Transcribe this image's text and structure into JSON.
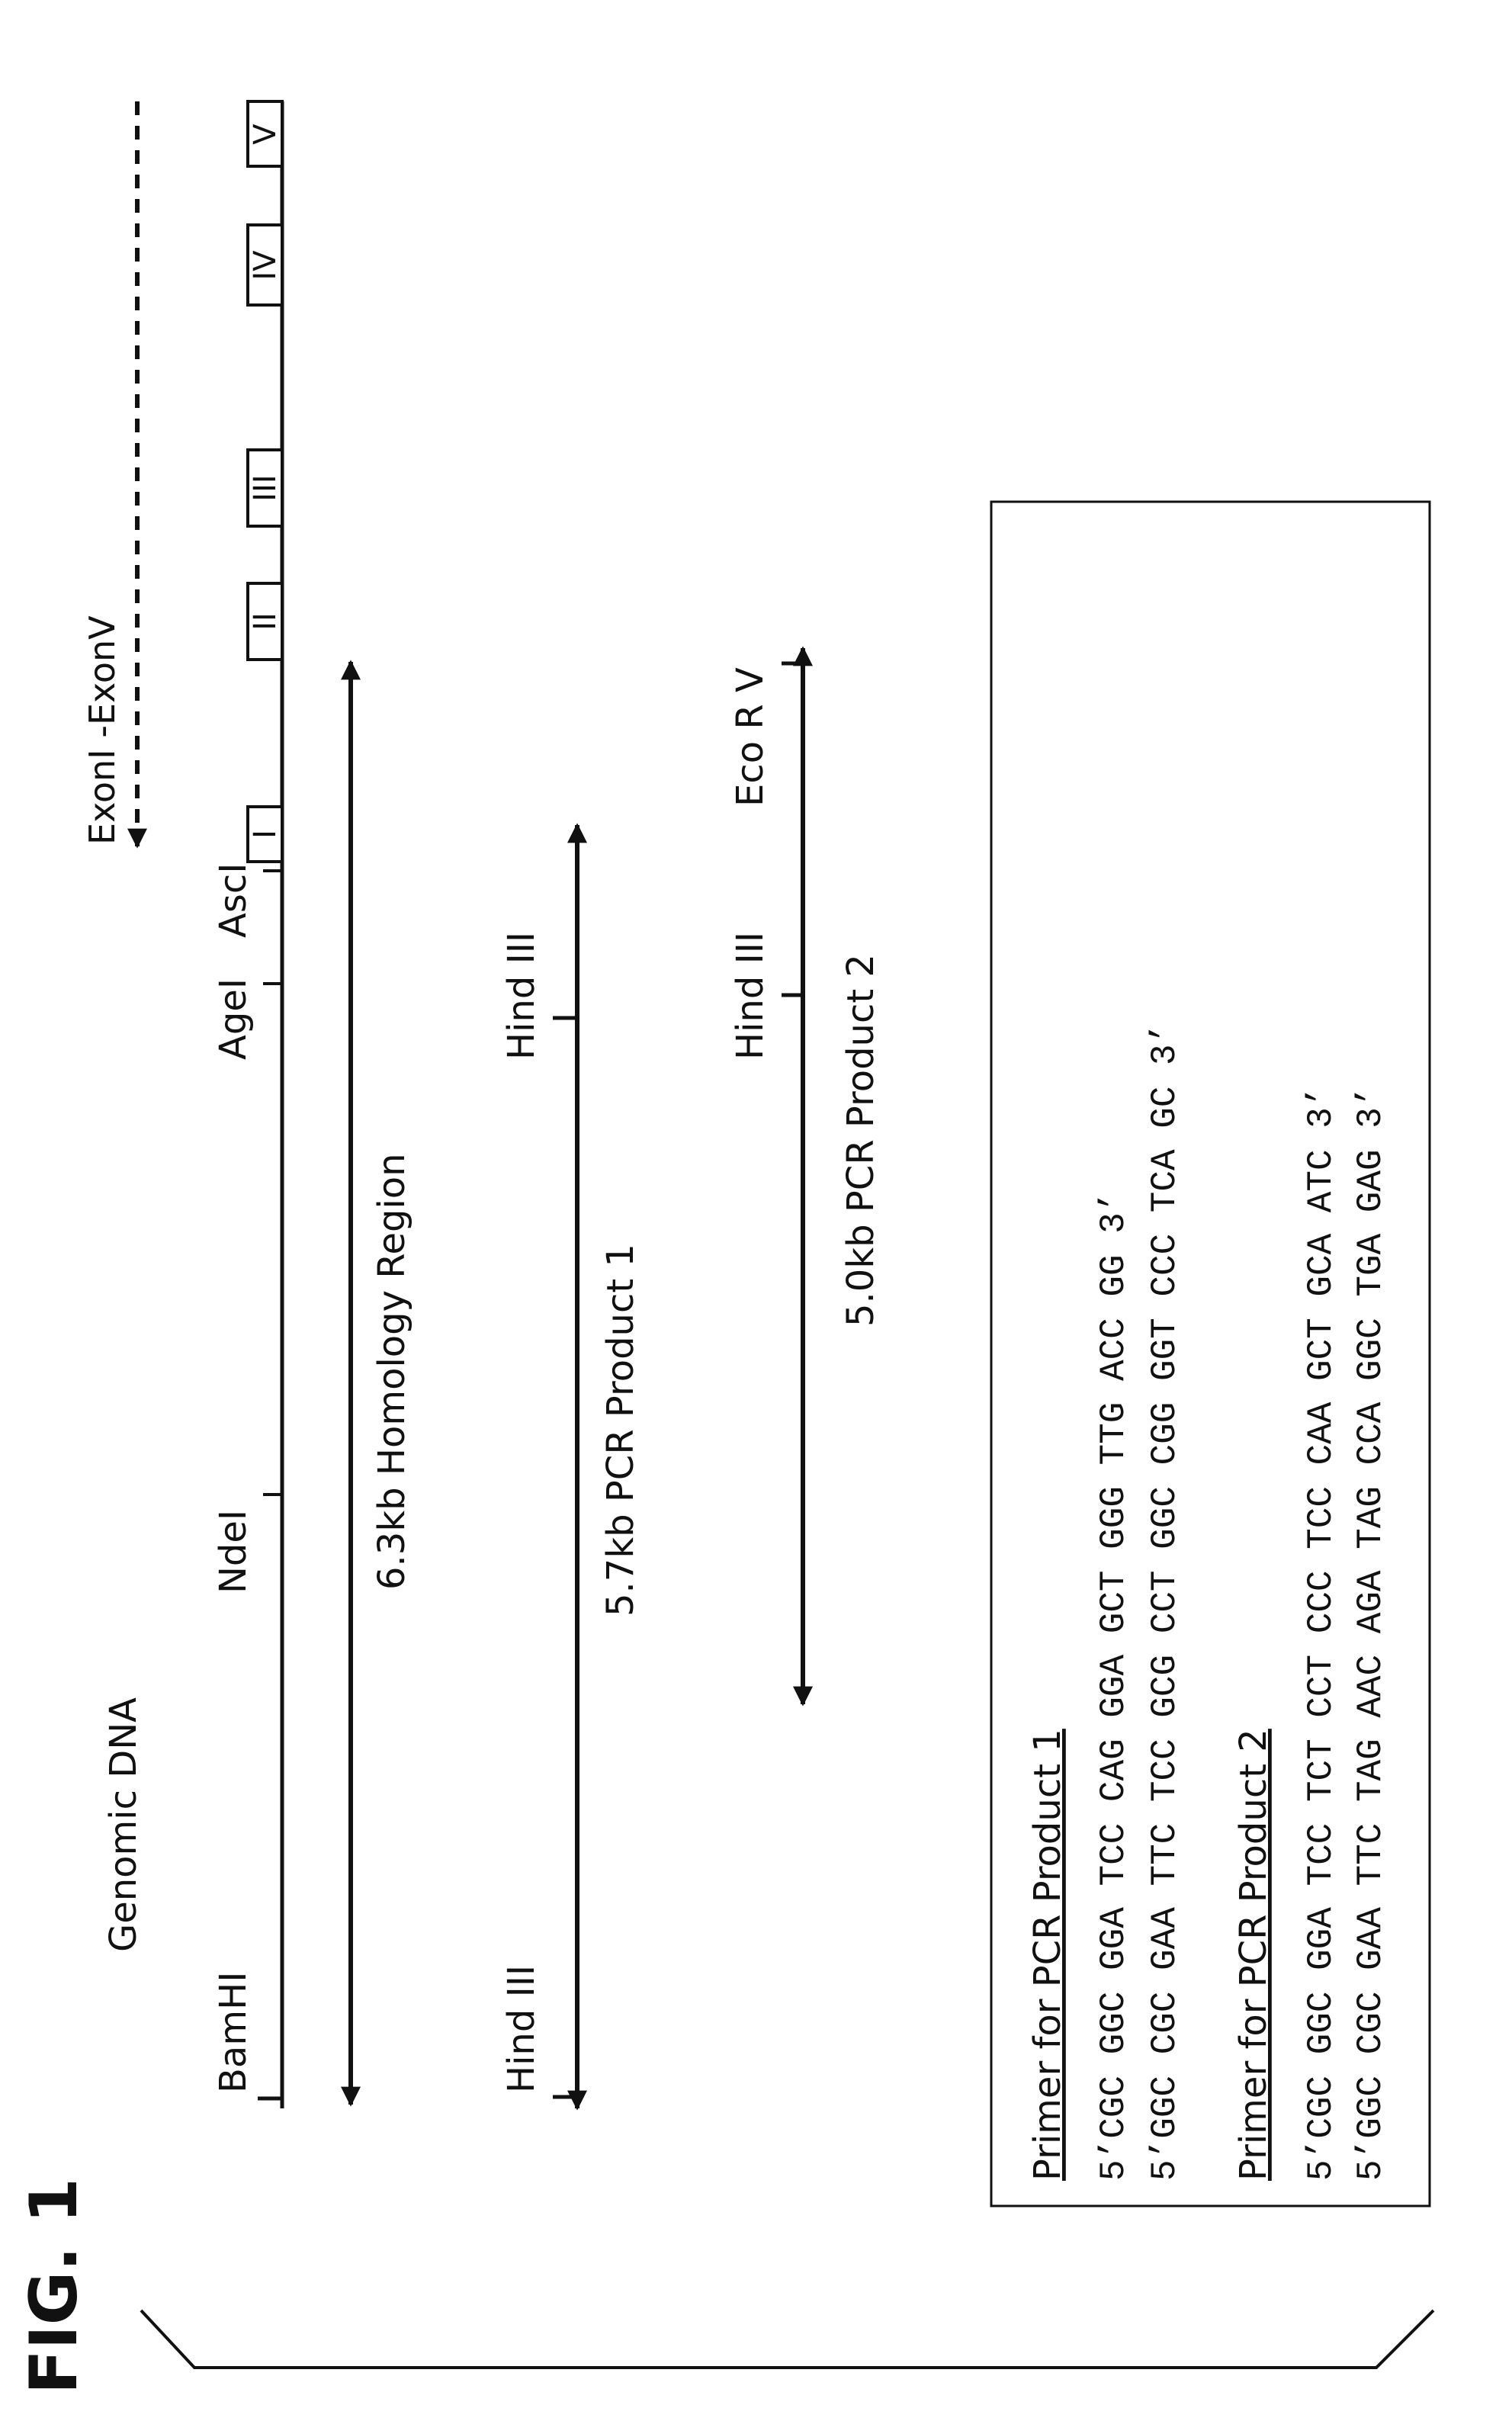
{
  "figure_label": "FIG. 1",
  "genomic_dna_label": "Genomic DNA",
  "restriction_sites": {
    "bamhi": "BamHI",
    "ndei": "NdeI",
    "agei": "AgeI",
    "asci": "AscI",
    "hind3_p1_left": "Hind III",
    "hind3_p1_right": "Hind III",
    "hind3_p2": "Hind III",
    "ecorv": "Eco R V"
  },
  "exon_range_label": "ExonI -ExonV",
  "exons": [
    "I",
    "II",
    "III",
    "IV",
    "V"
  ],
  "regions": {
    "homology": "6.3kb Homology Region",
    "pcr1": "5.7kb PCR Product 1",
    "pcr2": "5.0kb PCR Product 2"
  },
  "primer_box": {
    "heading1": "Primer for PCR Product 1",
    "p1_forward": "5’CGC GGC GGA TCC CAG GGA GCT GGG TTG ACC GG 3’",
    "p1_reverse": "5’GGC CGC GAA TTC TCC GCG CCT GGC CGG GGT CCC TCA GC 3’",
    "heading2": "Primer for PCR Product 2",
    "p2_forward": "5’CGC GGC GGA TCC TCT CCT CCC TCC CAA GCT GCA ATC 3’",
    "p2_reverse": "5’GGC CGC GAA TTC TAG AAC AGA TAG CCA GGC TGA GAG 3’"
  }
}
